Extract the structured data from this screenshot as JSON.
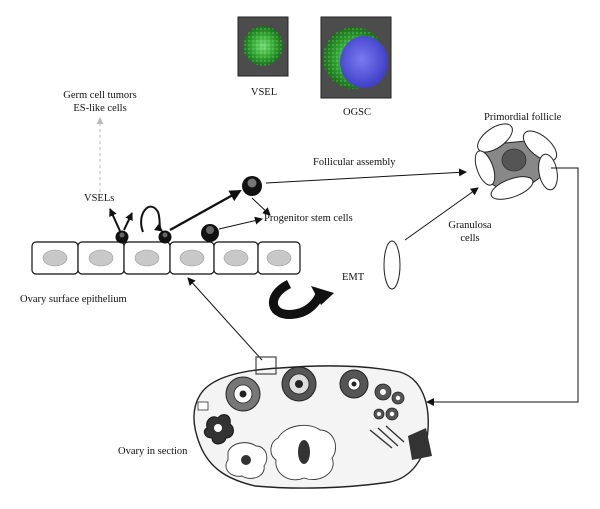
{
  "labels": {
    "vsel_photo": "VSEL",
    "ogsc_photo": "OGSC",
    "germ_cell_line1": "Germ cell tumors",
    "germ_cell_line2": "ES-like cells",
    "vsels": "VSELs",
    "follicular_assembly": "Follicular assembly",
    "progenitor": "Progenitor stem cells",
    "primordial_follicle": "Primordial follicle",
    "granulosa_line1": "Granulosa",
    "granulosa_line2": "cells",
    "emt": "EMT",
    "ovary_surface": "Ovary surface epithelium",
    "ovary_section": "Ovary in section"
  },
  "colors": {
    "vsel_green": "#3dbb3d",
    "ogsc_blue": "#5656e0",
    "cell_gray": "#c8c8c8",
    "dashed_arrow": "#bbbbbb"
  }
}
